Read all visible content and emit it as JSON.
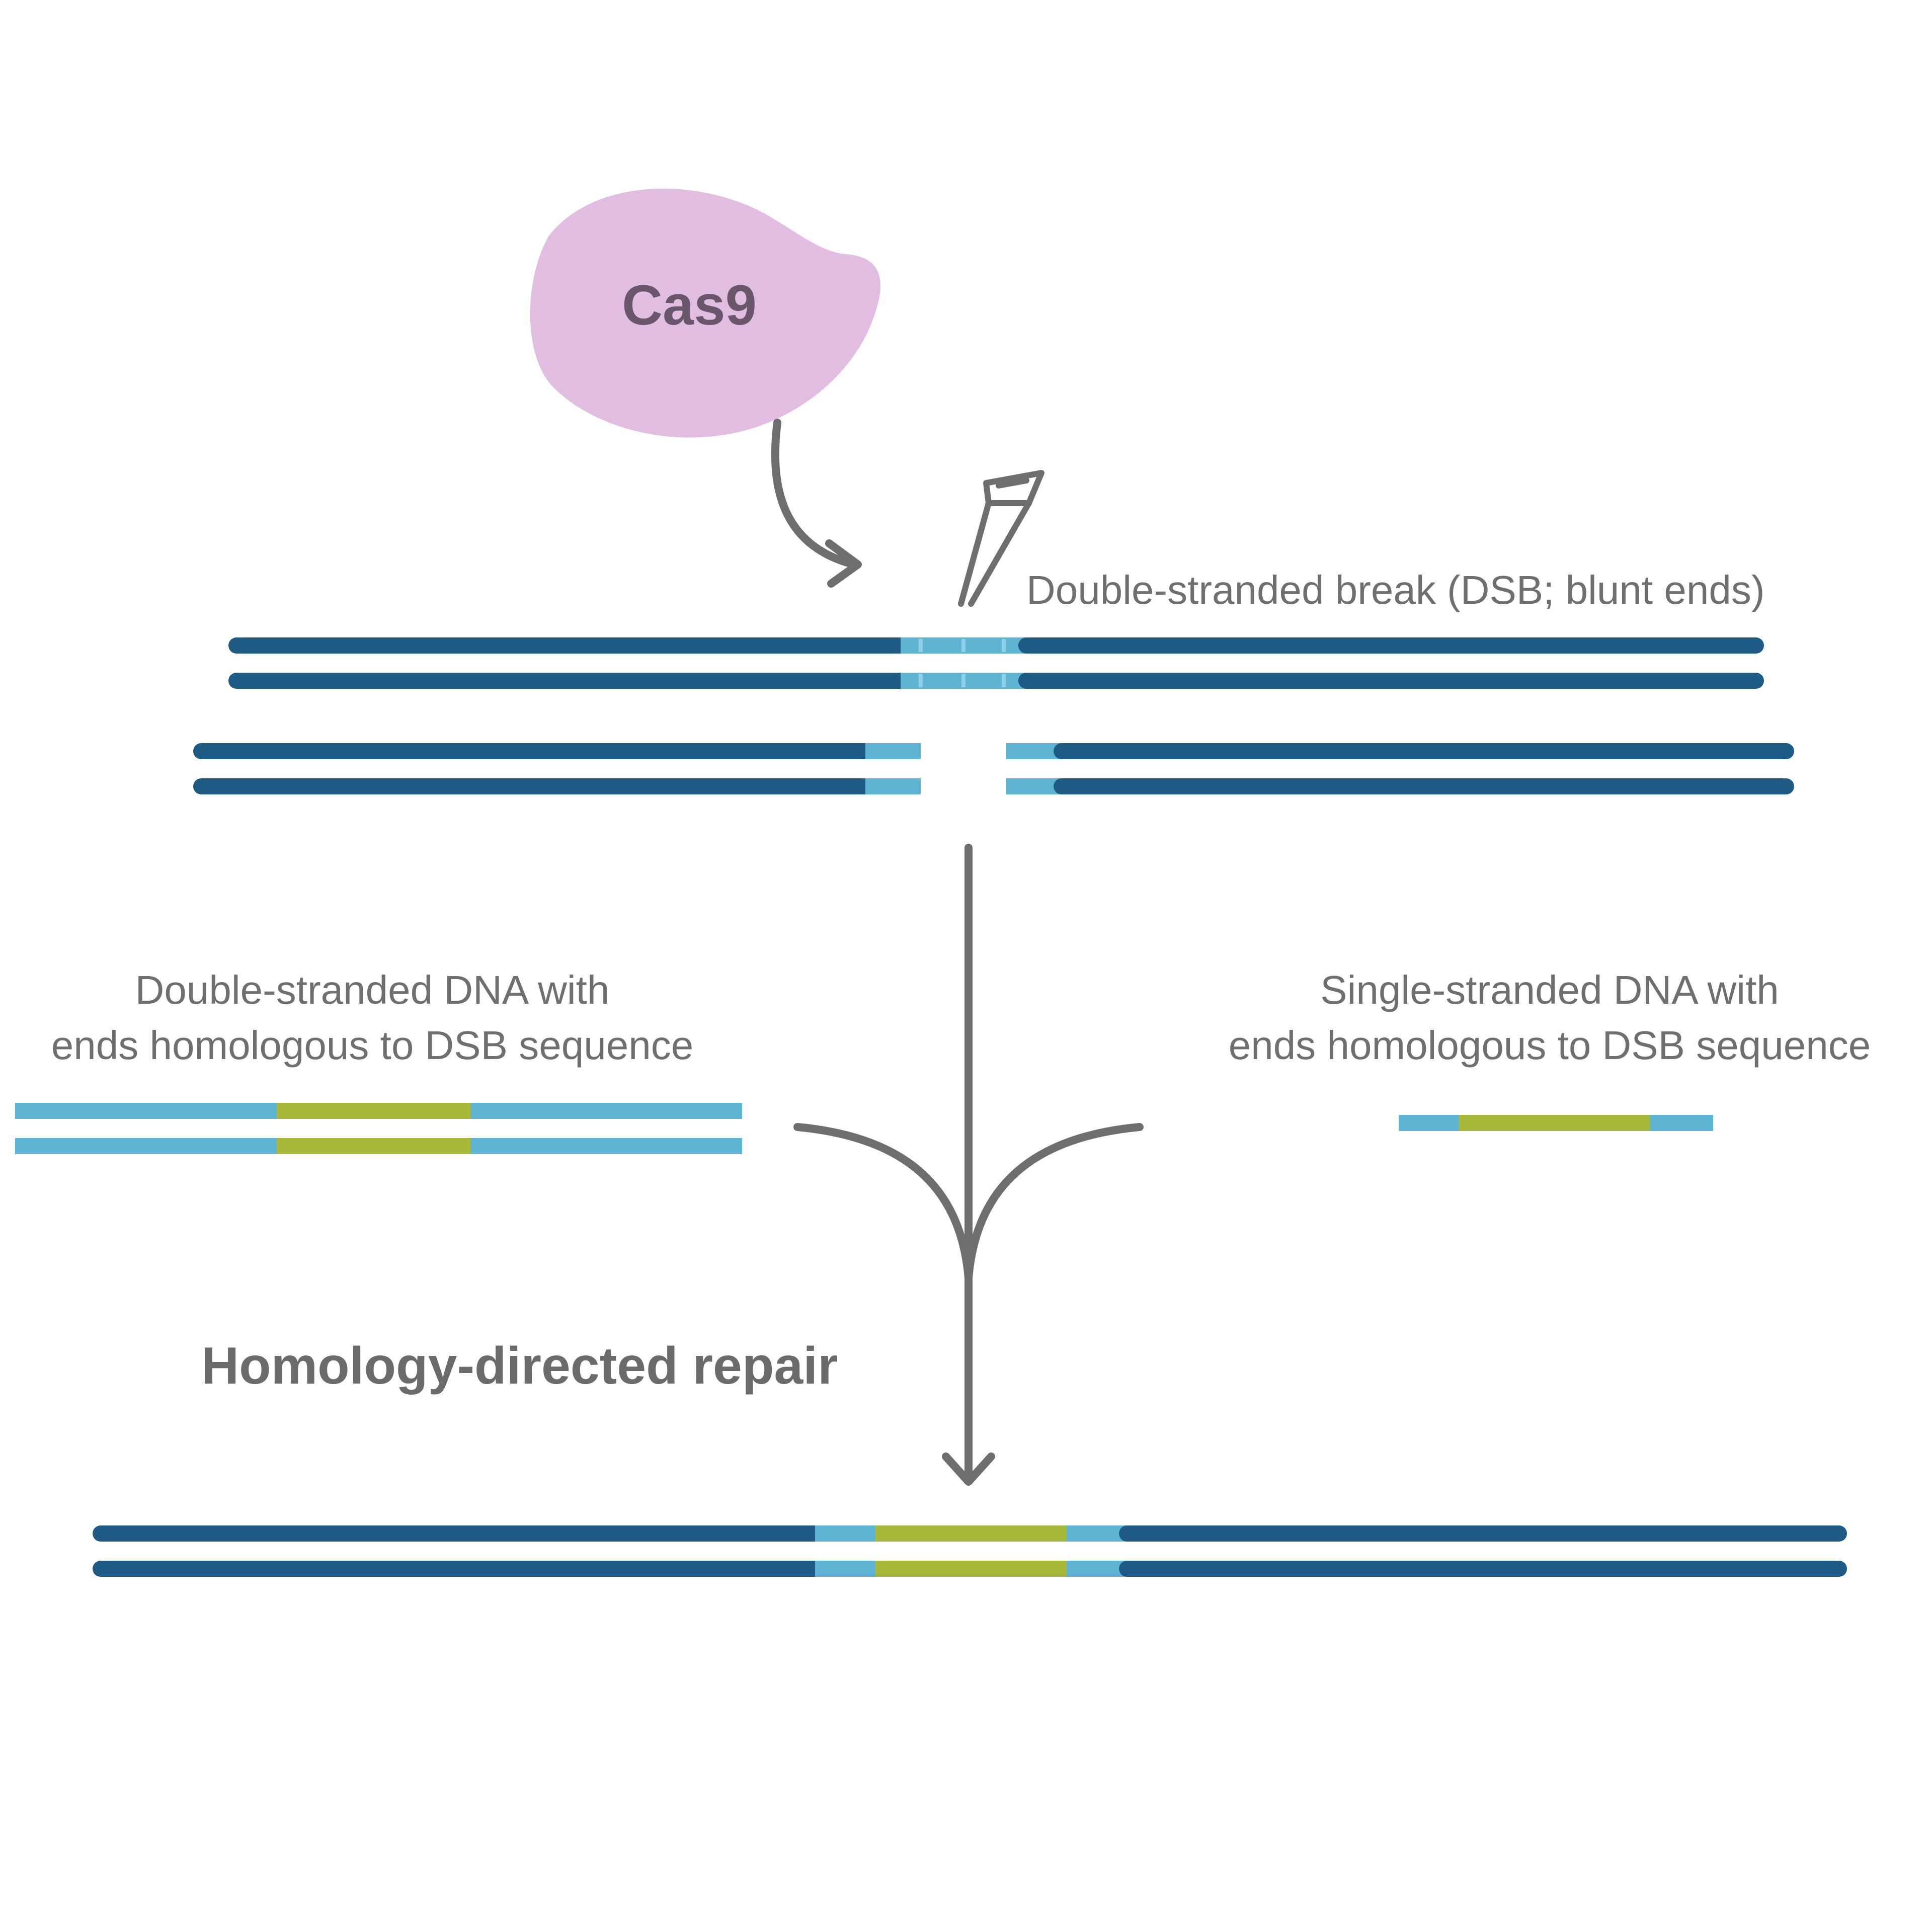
{
  "enzyme": {
    "label": "Cas9"
  },
  "labels": {
    "dsb": "Double-stranded break (DSB; blunt ends)",
    "ds_template_line1": "Double-stranded DNA with",
    "ds_template_line2": "ends homologous to DSB sequence",
    "ss_template_line1": "Single-stranded DNA with",
    "ss_template_line2": "ends homologous to DSB sequence",
    "process": "Homology-directed repair"
  },
  "colors": {
    "dna_dark": "#1f5a85",
    "dna_light": "#5fb3d3",
    "insert": "#a8b83a",
    "cas9": "#e2bde2",
    "arrow": "#6e6e6e",
    "text": "#6f6f6f"
  },
  "icons": {
    "cut": "scissors-icon"
  }
}
